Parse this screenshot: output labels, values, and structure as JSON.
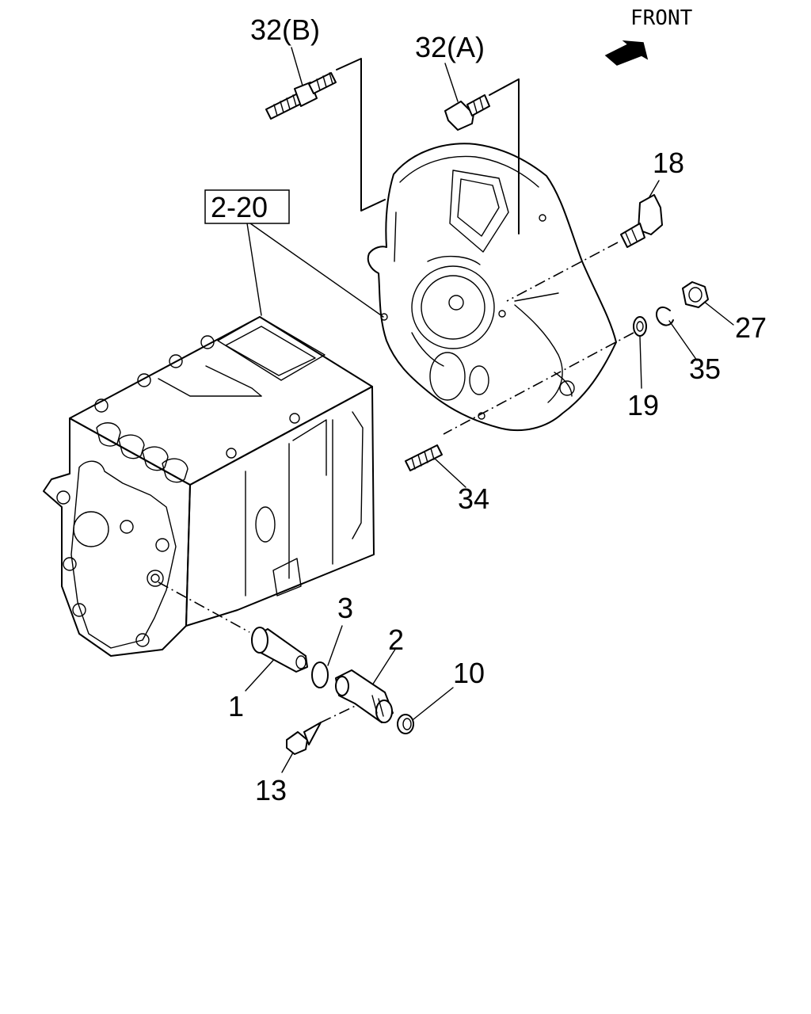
{
  "diagram": {
    "front_label": "FRONT",
    "reference_box": "2-20",
    "callouts": {
      "c32b": "32(B)",
      "c32a": "32(A)",
      "c18": "18",
      "c27": "27",
      "c35": "35",
      "c19": "19",
      "c34": "34",
      "c3": "3",
      "c2": "2",
      "c10": "10",
      "c1": "1",
      "c13": "13"
    }
  }
}
